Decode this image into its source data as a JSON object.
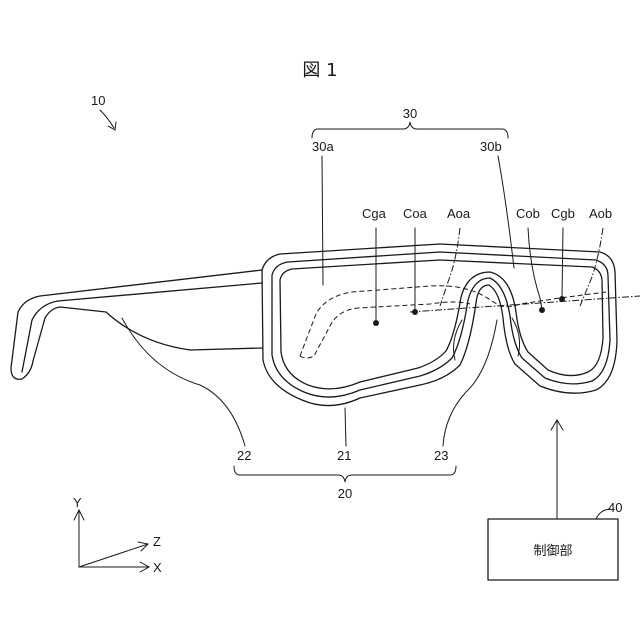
{
  "figure": {
    "title": "図 1"
  },
  "labels": {
    "device": "10",
    "display_unit": "30",
    "display_left": "30a",
    "display_right": "30b",
    "cga": "Cga",
    "coa": "Coa",
    "aoa": "Aoa",
    "cob": "Cob",
    "cgb": "Cgb",
    "aob": "Aob",
    "temple": "22",
    "rim": "21",
    "bridge": "23",
    "frame": "20",
    "controller_ref": "40"
  },
  "controller": {
    "label": "制御部"
  },
  "axes": {
    "y": "Y",
    "z": "Z",
    "x": "X"
  }
}
